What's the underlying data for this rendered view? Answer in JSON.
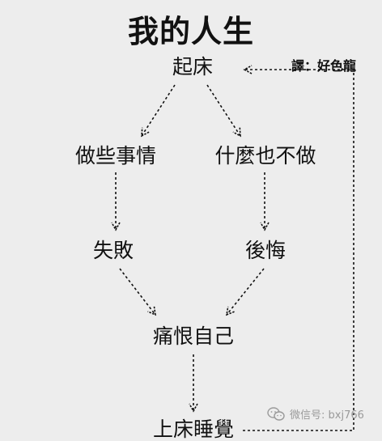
{
  "title": "我的人生",
  "nodes": {
    "get_up": "起床",
    "do_things": "做些事情",
    "do_nothing": "什麼也不做",
    "fail": "失敗",
    "regret": "後悔",
    "hate_self": "痛恨自己",
    "go_to_bed": "上床睡覺"
  },
  "credit": "譯：好色龍",
  "watermark": {
    "icon": "wechat-icon",
    "text": "微信号: bxj766"
  },
  "colors": {
    "background": "#ededed",
    "text": "#111111",
    "watermark": "#9a9a9a"
  }
}
